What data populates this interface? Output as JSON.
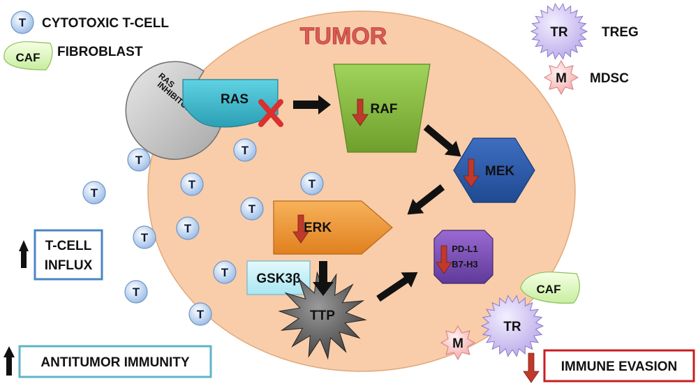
{
  "title": "TUMOR",
  "legend": {
    "t_cell": {
      "symbol": "T",
      "label": "CYTOTOXIC T-CELL"
    },
    "caf": {
      "symbol": "CAF",
      "label": "FIBROBLAST"
    },
    "treg": {
      "symbol": "TR",
      "label": "TREG"
    },
    "mdsc": {
      "symbol": "M",
      "label": "MDSC"
    }
  },
  "nodes": {
    "ras_inhibitor": {
      "line1": "RAS",
      "line2": "INHIBITOR"
    },
    "ras": "RAS",
    "raf": "RAF",
    "mek": "MEK",
    "erk": "ERK",
    "pdl1": {
      "line1": "PD-L1",
      "line2": "B7-H3"
    },
    "gsk3b": "GSK3β",
    "ttp": "TTP"
  },
  "cells": {
    "t_symbol": "T",
    "caf_symbol": "CAF",
    "treg_symbol": "TR",
    "mdsc_symbol": "M"
  },
  "outcomes": {
    "t_cell_influx": {
      "line1": "T-CELL",
      "line2": "INFLUX"
    },
    "antitumor_immunity": "ANTITUMOR IMMUNITY",
    "immune_evasion": "IMMUNE EVASION"
  },
  "colors": {
    "tumor_fill": "#f9cda9",
    "title_red": "#d9534f",
    "blue_box": "#4a86c5",
    "red_box": "#c81e1e",
    "down_arrow": "#c0392b"
  }
}
